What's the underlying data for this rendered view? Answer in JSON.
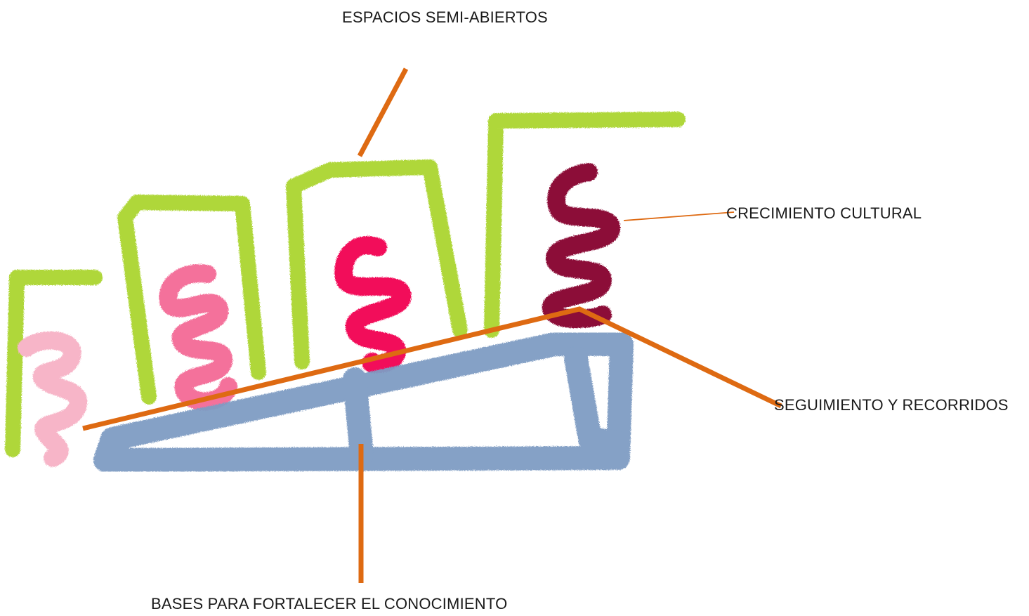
{
  "labels": {
    "top": "ESPACIOS SEMI-ABIERTOS",
    "right_upper": "CRECIMIENTO CULTURAL",
    "right_lower": "SEGUIMIENTO Y RECORRIDOS",
    "bottom": "BASES PARA FORTALECER EL CONOCIMIENTO"
  },
  "colors": {
    "frames": "#a9d42c",
    "spiral_1": "#f7b5c8",
    "spiral_2": "#f4719b",
    "spiral_3": "#f2115a",
    "spiral_4": "#8c0a37",
    "base": "#7f9cc4",
    "leader_lines": "#de6a12"
  }
}
